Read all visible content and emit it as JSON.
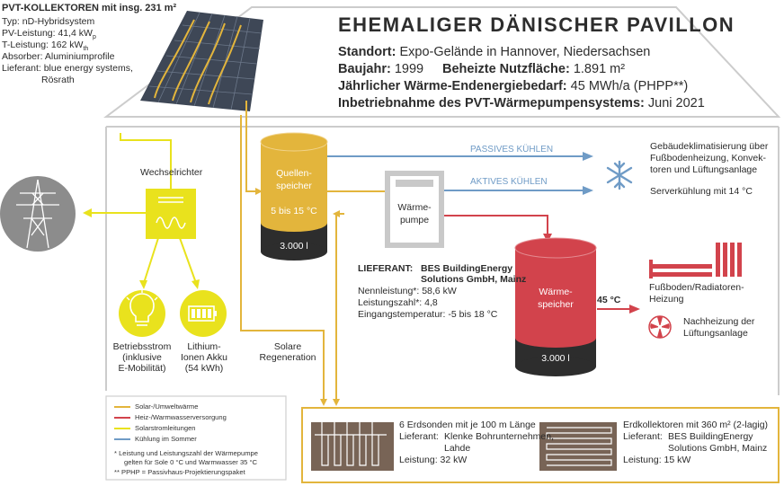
{
  "pvt": {
    "title": "PVT-KOLLEKTOREN mit insg. 231 m²",
    "type": "Typ: nD-Hybridsystem",
    "pv_power": "PV-Leistung: 41,4 kW",
    "pv_sub": "p",
    "t_power": "T-Leistung: 162 kW",
    "t_sub": "th",
    "absorber": "Absorber: Aluminiumprofile",
    "supplier": "Lieferant: blue energy systems,",
    "supplier2": "Rösrath"
  },
  "header": {
    "title": "EHEMALIGER DÄNISCHER PAVILLON",
    "location_label": "Standort:",
    "location": "Expo-Gelände in Hannover, Niedersachsen",
    "year_label": "Baujahr:",
    "year": "1999",
    "area_label": "Beheizte Nutzfläche:",
    "area": "1.891 m²",
    "demand_label": "Jährlicher Wärme-Endenergiebedarf:",
    "demand": "45 MWh/a (PHPP**)",
    "commission_label": "Inbetriebnahme des PVT-Wärmepumpensystems:",
    "commission": "Juni 2021"
  },
  "inverter": {
    "label": "Wechselrichter"
  },
  "source_tank": {
    "line1": "Quellen-",
    "line2": "speicher",
    "temp": "5 bis 15 °C",
    "volume": "3.000 l"
  },
  "heat_pump": {
    "line1": "Wärme-",
    "line2": "pumpe"
  },
  "heat_tank": {
    "line1": "Wärme-",
    "line2": "speicher",
    "volume": "3.000 l",
    "temp": "45 °C"
  },
  "passive": "PASSIVES KÜHLEN",
  "active": "AKTIVES KÜHLEN",
  "cooling_text": [
    "Gebäudeklimatisierung über",
    "Fußbodenheizung, Konvek-",
    "toren und Lüftungsanlage"
  ],
  "server": "Serverkühlung mit 14 °C",
  "floor_heating": [
    "Fußboden/Radiatoren-",
    "Heizung"
  ],
  "vent_heating": [
    "Nachheizung der",
    "Lüftungsanlage"
  ],
  "supplier": {
    "label": "LIEFERANT:",
    "name1": "BES BuildingEnergy",
    "name2": "Solutions GmbH, Mainz",
    "nominal": "Nennleistung*: 58,6 kW",
    "cop": "Leistungszahl*: 4,8",
    "input_temp": "Eingangstemperatur: -5 bis 18 °C"
  },
  "operating_power": [
    "Betriebsstrom",
    "(inklusive",
    "E-Mobilität)"
  ],
  "battery": [
    "Lithium-",
    "Ionen Akku",
    "(54 kWh)"
  ],
  "solar_regen": [
    "Solare",
    "Regeneration"
  ],
  "legend": {
    "solar": "Solar-/Umweltwärme",
    "heat": "Heiz-/Warmwasserversorgung",
    "power": "Solarstromleitungen",
    "cool": "Kühlung im Sommer",
    "note1": "*  Leistung und Leistungszahl der Wärmepumpe",
    "note1b": "gelten für Sole 0 °C und Warmwasser 35 °C",
    "note2": "** PPHP = Passivhaus-Projektierungspaket"
  },
  "probes": {
    "line1": "6 Erdsonden mit je 100 m Länge",
    "sup_label": "Lieferant:",
    "sup1": "Klenke Bohrunternehmen,",
    "sup2": "Lahde",
    "power": "Leistung: 32 kW"
  },
  "collectors": {
    "line1": "Erdkollektoren mit 360 m² (2-lagig)",
    "sup_label": "Lieferant:",
    "sup1": "BES BuildingEnergy",
    "sup2": "Solutions GmbH, Mainz",
    "power": "Leistung: 15 kW"
  },
  "colors": {
    "solar": "#e3b53c",
    "heat": "#d2434c",
    "power": "#e9e21d",
    "cool": "#6f9bc6",
    "dark": "#2d2d2d",
    "grey": "#c9c9c9"
  }
}
